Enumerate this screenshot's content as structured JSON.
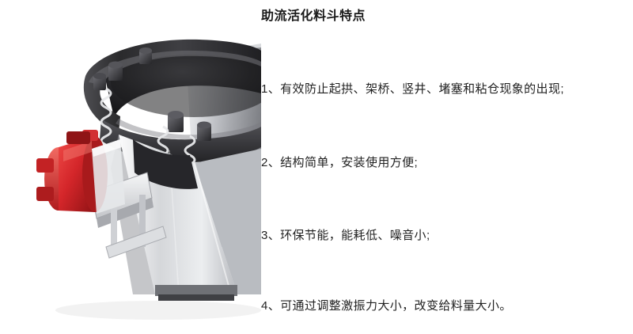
{
  "page": {
    "background": "#ffffff"
  },
  "heading": {
    "text": "助流活化料斗特点"
  },
  "features": [
    {
      "text": "1、有效防止起拱、架桥、竖井、堵塞和粘仓现象的出现;"
    },
    {
      "text": "2、结构简单，安装使用方便;"
    },
    {
      "text": "3、环保节能，能耗低、噪音小;"
    },
    {
      "text": "4、可通过调整激振力大小，改变给料量大小。"
    }
  ],
  "illustration": {
    "name": "vibrating-hopper-3d-render",
    "colors": {
      "motor_red": "#d4262a",
      "motor_red_dark": "#9e1518",
      "motor_red_light": "#ef4a47",
      "body_dark": "#2b2b2d",
      "body_mid": "#4a4a4d",
      "body_light": "#8d8d91",
      "steel_light": "#d9dadd",
      "steel_white": "#f2f3f5",
      "shadow": "#1a1a1c"
    }
  }
}
